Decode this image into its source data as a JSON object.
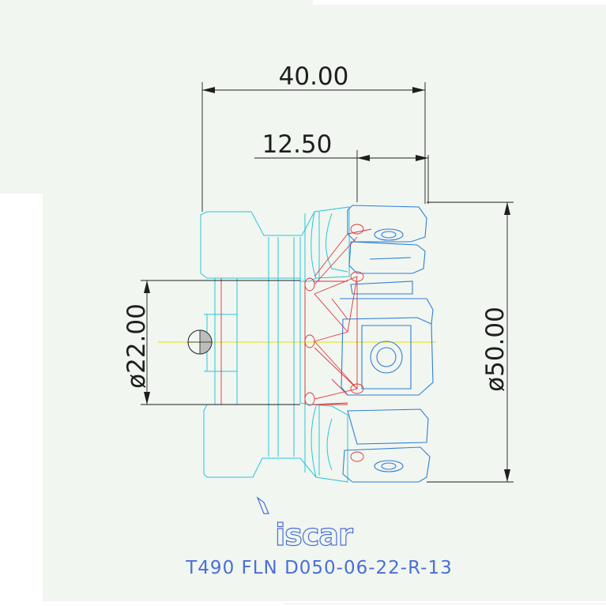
{
  "drawing": {
    "dimensions": {
      "overall_length": "40.00",
      "insert_offset": "12.50",
      "bore_diameter": "ø22.00",
      "cutting_diameter": "ø50.00"
    },
    "brand": "iscar",
    "designation": "T490 FLN D050-06-22-R-13",
    "colors": {
      "body_outline": "#27c6dc",
      "insert_outline": "#2e7fd8",
      "hidden_lines": "#e0333a",
      "dimension_lines": "#1e1e1e",
      "center_line": "#e8e000",
      "title_text": "#4a6fd6",
      "background_panel": "#f1f6f0"
    }
  }
}
